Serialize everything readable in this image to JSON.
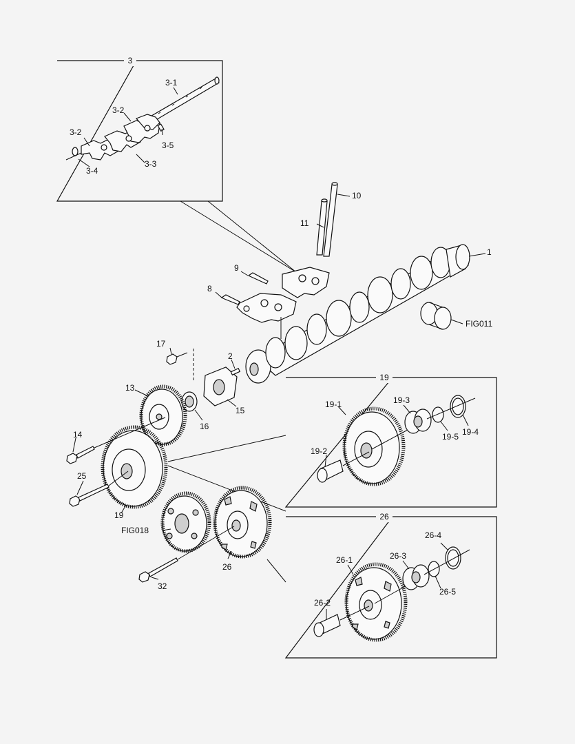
{
  "callouts": [
    {
      "id": "3",
      "text": "3"
    },
    {
      "id": "3-1",
      "text": "3-1"
    },
    {
      "id": "3-2a",
      "text": "3-2"
    },
    {
      "id": "3-2b",
      "text": "3-2"
    },
    {
      "id": "3-3",
      "text": "3-3"
    },
    {
      "id": "3-4",
      "text": "3-4"
    },
    {
      "id": "3-5",
      "text": "3-5"
    },
    {
      "id": "10",
      "text": "10"
    },
    {
      "id": "11",
      "text": "11"
    },
    {
      "id": "1",
      "text": "1"
    },
    {
      "id": "9",
      "text": "9"
    },
    {
      "id": "8",
      "text": "8"
    },
    {
      "id": "FIG011",
      "text": "FIG011"
    },
    {
      "id": "17",
      "text": "17"
    },
    {
      "id": "2",
      "text": "2"
    },
    {
      "id": "13",
      "text": "13"
    },
    {
      "id": "15",
      "text": "15"
    },
    {
      "id": "16",
      "text": "16"
    },
    {
      "id": "14",
      "text": "14"
    },
    {
      "id": "25",
      "text": "25"
    },
    {
      "id": "19",
      "text": "19"
    },
    {
      "id": "FIG018",
      "text": "FIG018"
    },
    {
      "id": "26",
      "text": "26"
    },
    {
      "id": "32",
      "text": "32"
    },
    {
      "id": "19box",
      "text": "19"
    },
    {
      "id": "19-1",
      "text": "19-1"
    },
    {
      "id": "19-2",
      "text": "19-2"
    },
    {
      "id": "19-3",
      "text": "19-3"
    },
    {
      "id": "19-4",
      "text": "19-4"
    },
    {
      "id": "19-5",
      "text": "19-5"
    },
    {
      "id": "26box",
      "text": "26"
    },
    {
      "id": "26-1",
      "text": "26-1"
    },
    {
      "id": "26-2",
      "text": "26-2"
    },
    {
      "id": "26-3",
      "text": "26-3"
    },
    {
      "id": "26-4",
      "text": "26-4"
    },
    {
      "id": "26-5",
      "text": "26-5"
    }
  ]
}
